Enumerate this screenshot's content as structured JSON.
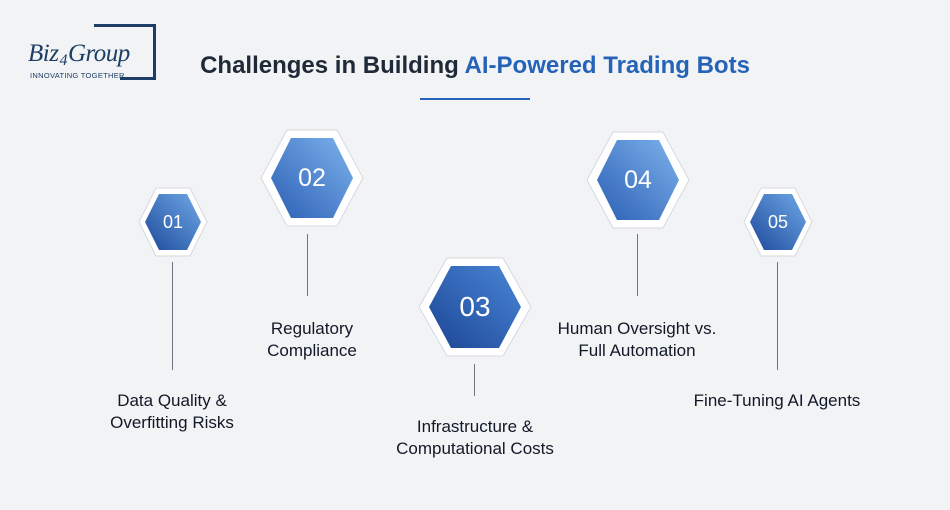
{
  "logo": {
    "brand_prefix": "Biz",
    "brand_mid": "4",
    "brand_suffix": "Group",
    "tagline": "INNOVATING TOGETHER"
  },
  "header": {
    "title_plain": "Challenges in Building ",
    "title_highlight": "AI-Powered Trading Bots"
  },
  "colors": {
    "accent": "#2563b8",
    "navy": "#1c3d66",
    "hex_dark": "#1e4a9a",
    "hex_light": "#6fa8e8"
  },
  "steps": [
    {
      "number": "01",
      "lines": [
        "Data Quality &",
        "Overfitting Risks"
      ]
    },
    {
      "number": "02",
      "lines": [
        "Regulatory",
        "Compliance"
      ]
    },
    {
      "number": "03",
      "lines": [
        "Infrastructure &",
        "Computational Costs"
      ]
    },
    {
      "number": "04",
      "lines": [
        "Human Oversight vs.",
        "Full Automation"
      ]
    },
    {
      "number": "05",
      "lines": [
        "Fine-Tuning AI Agents"
      ]
    }
  ]
}
